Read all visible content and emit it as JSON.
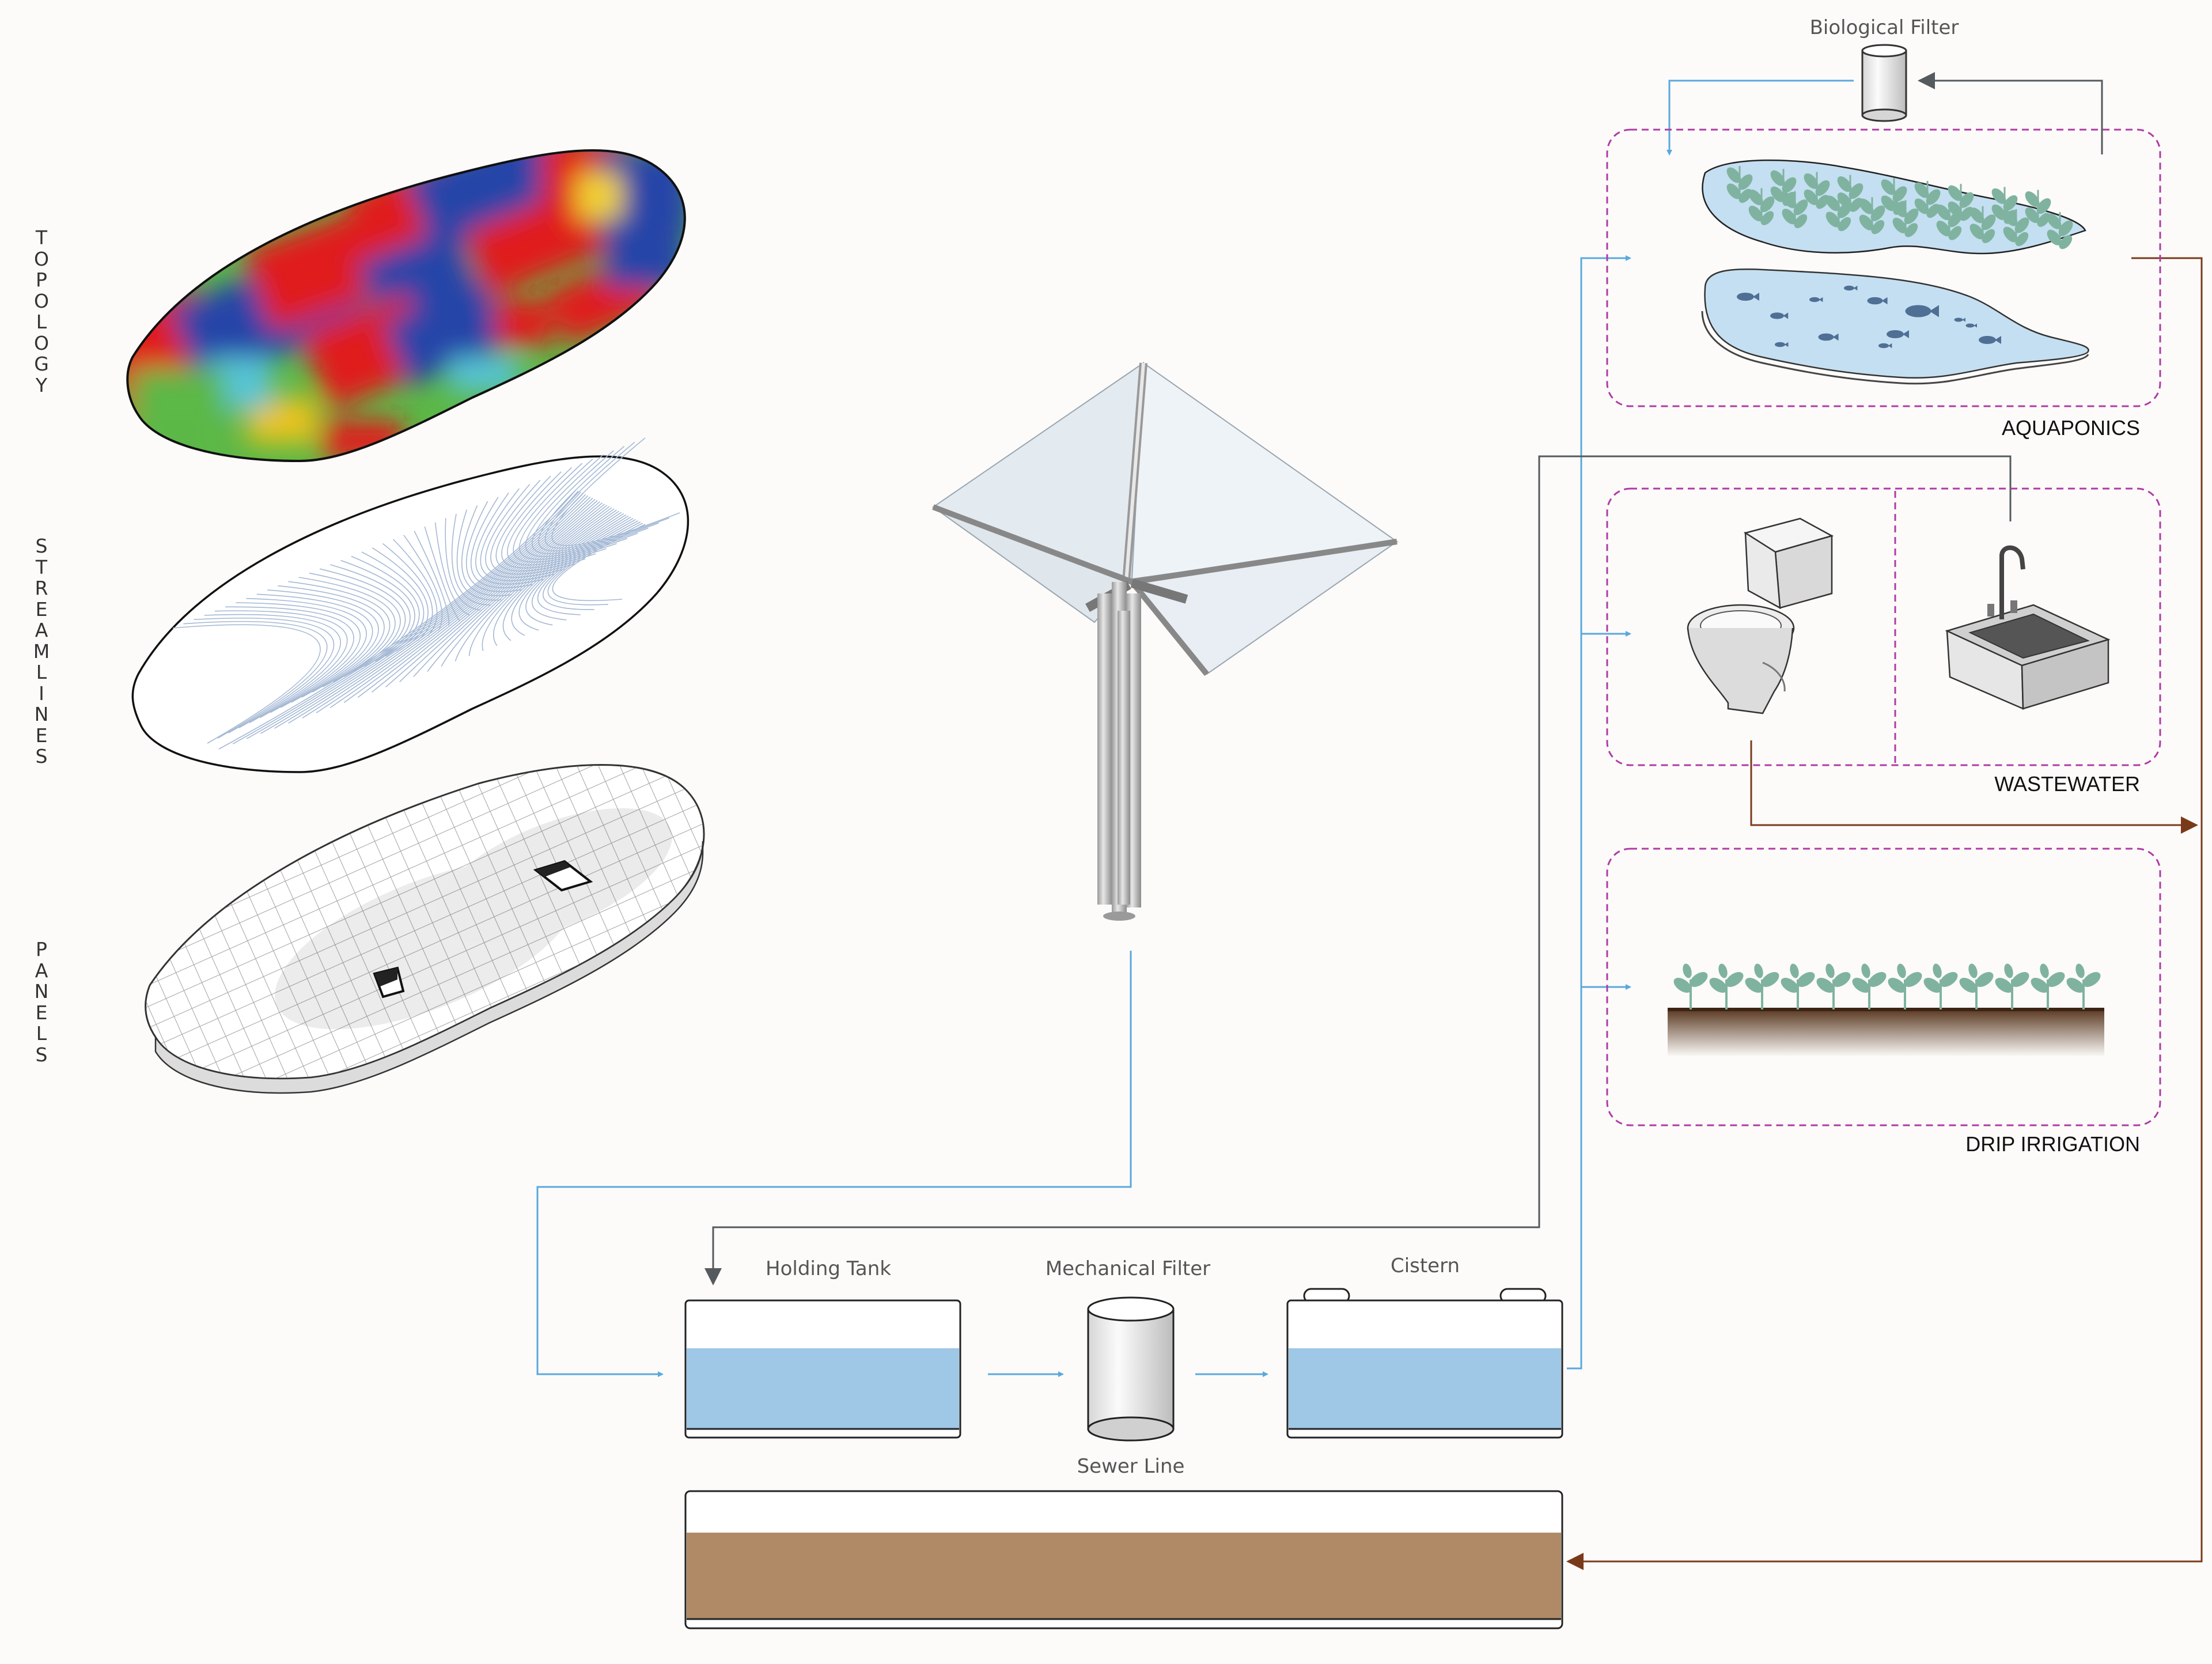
{
  "left_labels": {
    "topology": "TOPOLOGY",
    "streamlines": "STREAMLINES",
    "panels": "PANELS"
  },
  "components": {
    "biological_filter": "Biological Filter",
    "holding_tank": "Holding Tank",
    "mechanical_filter": "Mechanical Filter",
    "cistern": "Cistern",
    "sewer_line": "Sewer Line"
  },
  "sections": {
    "aquaponics": "AQUAPONICS",
    "wastewater": "WASTEWATER",
    "drip_irrigation": "DRIP IRRIGATION"
  },
  "colors": {
    "clean_water_flow": "#5aa8de",
    "grey_water_flow": "#555a5f",
    "sewage_flow": "#7a3a1a",
    "section_border": "#b03aa6",
    "tank_water": "#9fc7e6",
    "sewage_fill": "#b08a66",
    "plant": "#7fb3a0"
  },
  "icons": [
    "topology-heatmap",
    "streamline-surface",
    "panel-grid-surface",
    "umbrella-canopy-structure",
    "toilet-icon",
    "sink-icon",
    "fish-pond-icon",
    "plant-bed-icon",
    "cylinder-filter-icon"
  ]
}
